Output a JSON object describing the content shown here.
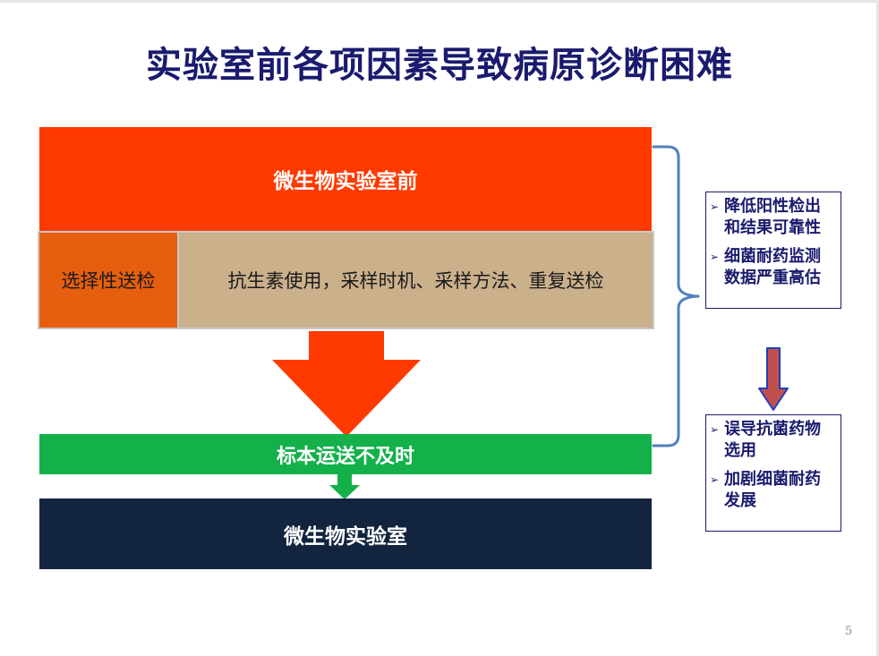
{
  "slide": {
    "title": "实验室前各项因素导致病原诊断困难",
    "page_number": "5"
  },
  "diagram": {
    "pre_lab_label": "微生物实验室前",
    "selective_label": "选择性送检",
    "factors_label": "抗生素使用，采样时机、采样方法、重复送检",
    "transport_label": "标本运送不及时",
    "lab_label": "微生物实验室"
  },
  "consequences": {
    "bullet_icon": "arrow-bullet-icon",
    "box1": [
      {
        "text": "降低阳性检出\n和结果可靠性"
      },
      {
        "text": "细菌耐药监测\n数据严重高估"
      }
    ],
    "box2": [
      {
        "text": "误导抗菌药物\n选用"
      },
      {
        "text": "加剧细菌耐药\n发展"
      }
    ]
  },
  "colors": {
    "title": "#1a1a6e",
    "pre_lab": "#ff3a00",
    "selective": "#e55f0e",
    "factors": "#cbb08c",
    "transport": "#14b14b",
    "lab": "#13243f",
    "brace": "#4f81bd",
    "down_arrow_fill": "#c0504d",
    "down_arrow_stroke": "#1f3fbf"
  }
}
